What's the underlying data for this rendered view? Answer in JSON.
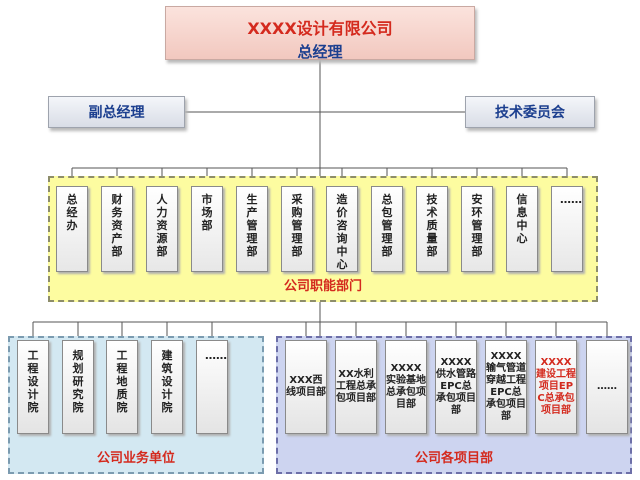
{
  "top": {
    "company": "XXXX设计有限公司",
    "title": "总经理"
  },
  "deputy": "副总经理",
  "committee": "技术委员会",
  "functional": {
    "label": "公司职能部门",
    "depts": [
      "总经办",
      "财务资产部",
      "人力资源部",
      "市场部",
      "生产管理部",
      "采购管理部",
      "造价咨询中心",
      "总包管理部",
      "技术质量部",
      "安环管理部",
      "信息中心",
      "……"
    ]
  },
  "business": {
    "label": "公司业务单位",
    "units": [
      "工程设计院",
      "规划研究院",
      "工程地质院",
      "建筑设计院",
      "……"
    ]
  },
  "projects": {
    "label": "公司各项目部",
    "items": [
      {
        "text": "XXX西线项目部",
        "highlight": false
      },
      {
        "text": "XX水利工程总承包项目部",
        "highlight": false
      },
      {
        "text": "XXXX实验基地总承包项目部",
        "highlight": false
      },
      {
        "text": "XXXX供水管路EPC总承包项目部",
        "highlight": false
      },
      {
        "text": "XXXX输气管道穿越工程EPC总承包项目部",
        "highlight": false
      },
      {
        "text": "XXXX建设工程项目EPC总承包项目部",
        "highlight": true
      },
      {
        "text": "……",
        "highlight": false
      }
    ]
  },
  "colors": {
    "accent_red": "#d42a1e",
    "title_blue": "#1c3f8f",
    "functional_bg": "#fdfca0",
    "business_bg": "#d3e8f2",
    "project_bg": "#cdd4f0"
  }
}
